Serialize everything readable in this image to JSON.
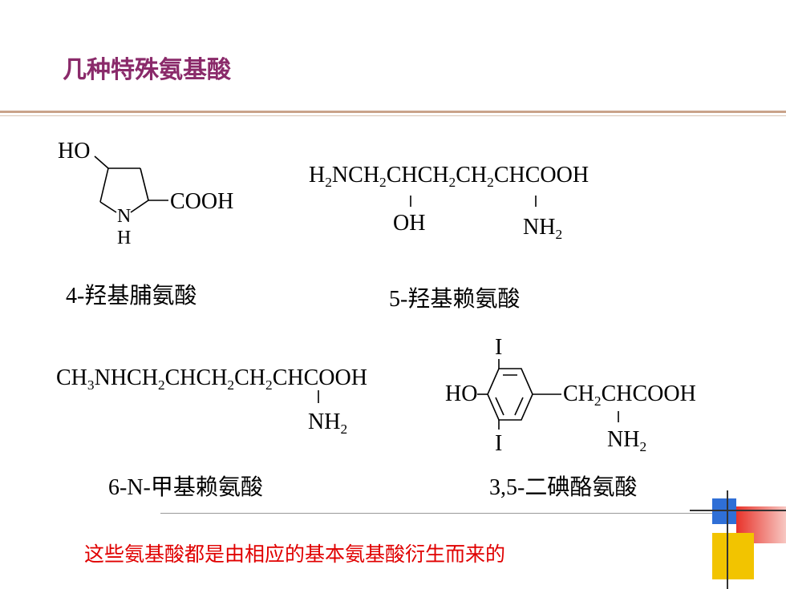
{
  "title": "几种特殊氨基酸",
  "structures": {
    "hydroxyproline": {
      "ho": "HO",
      "cooh": "COOH",
      "n": "N",
      "h": "H",
      "name": "4-羟基脯氨酸"
    },
    "hydroxylysine": {
      "formula_parts": [
        "H",
        "2",
        "NCH",
        "2",
        "CHCH",
        "2",
        "CH",
        "2",
        "CHCOOH"
      ],
      "oh": "OH",
      "nh2_main": "NH",
      "nh2_sub": "2",
      "name": "5-羟基赖氨酸"
    },
    "methyllysine": {
      "formula_parts": [
        "CH",
        "3",
        "NHCH",
        "2",
        "CHCH",
        "2",
        "CH",
        "2",
        "CHCOOH"
      ],
      "nh2_main": "NH",
      "nh2_sub": "2",
      "name": "6-N-甲基赖氨酸"
    },
    "diiodotyrosine": {
      "i_top": "I",
      "i_bottom": "I",
      "ho": "HO",
      "chain_parts": [
        "CH",
        "2",
        "CHCOOH"
      ],
      "nh2_main": "NH",
      "nh2_sub": "2",
      "name": "3,5-二碘酪氨酸"
    }
  },
  "footer": "这些氨基酸都是由相应的基本氨基酸衍生而来的",
  "colors": {
    "title": "#8a2a6a",
    "footer": "#e00000",
    "rule": "#c9a38a",
    "deco_red": "#e8332a",
    "deco_blue": "#2f6fd6",
    "deco_yellow": "#f2c400"
  }
}
